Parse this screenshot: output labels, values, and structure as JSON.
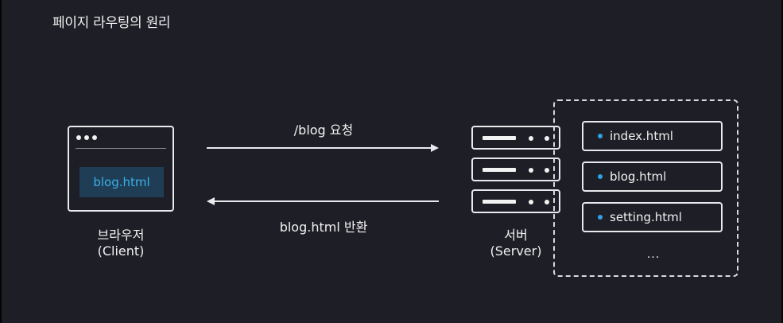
{
  "title": "페이지 라우팅의 원리",
  "browser": {
    "file_label": "blog.html",
    "caption_line1": "브라우저",
    "caption_line2": "(Client)"
  },
  "request": {
    "label": "/blog 요청"
  },
  "response": {
    "label": "blog.html 반환"
  },
  "server": {
    "caption_line1": "서버",
    "caption_line2": "(Server)"
  },
  "files": {
    "items": [
      {
        "label": "index.html"
      },
      {
        "label": "blog.html"
      },
      {
        "label": "setting.html"
      }
    ],
    "more": "..."
  },
  "colors": {
    "background": "#1e1e26",
    "accent": "#2ea3e6",
    "highlight_box": "#1f3e55",
    "stroke": "#e9e9ee"
  }
}
